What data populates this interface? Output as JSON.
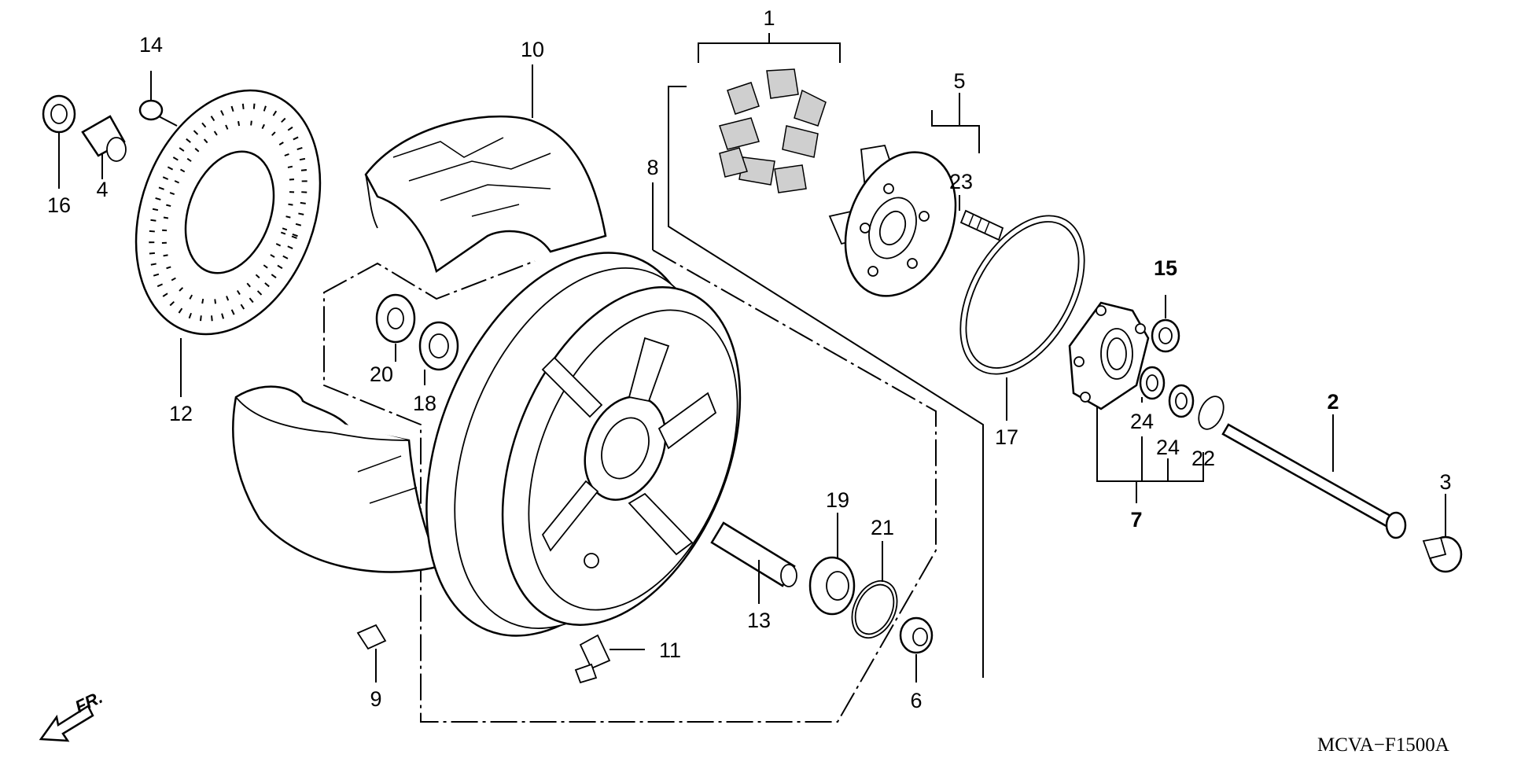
{
  "diagram_code": "MCVA−F1500A",
  "front_indicator": "FR.",
  "callouts": [
    {
      "id": "c1",
      "text": "1",
      "bold": false
    },
    {
      "id": "c2",
      "text": "2",
      "bold": true
    },
    {
      "id": "c3",
      "text": "3",
      "bold": false
    },
    {
      "id": "c4",
      "text": "4",
      "bold": false
    },
    {
      "id": "c5",
      "text": "5",
      "bold": false
    },
    {
      "id": "c6",
      "text": "6",
      "bold": false
    },
    {
      "id": "c7",
      "text": "7",
      "bold": true
    },
    {
      "id": "c8",
      "text": "8",
      "bold": false
    },
    {
      "id": "c9",
      "text": "9",
      "bold": false
    },
    {
      "id": "c10",
      "text": "10",
      "bold": false
    },
    {
      "id": "c11",
      "text": "11",
      "bold": false
    },
    {
      "id": "c12",
      "text": "12",
      "bold": false
    },
    {
      "id": "c13",
      "text": "13",
      "bold": false
    },
    {
      "id": "c14",
      "text": "14",
      "bold": false
    },
    {
      "id": "c15",
      "text": "15",
      "bold": true
    },
    {
      "id": "c16",
      "text": "16",
      "bold": false
    },
    {
      "id": "c17",
      "text": "17",
      "bold": false
    },
    {
      "id": "c18",
      "text": "18",
      "bold": false
    },
    {
      "id": "c19",
      "text": "19",
      "bold": false
    },
    {
      "id": "c20",
      "text": "20",
      "bold": false
    },
    {
      "id": "c21",
      "text": "21",
      "bold": false
    },
    {
      "id": "c22",
      "text": "22",
      "bold": false
    },
    {
      "id": "c23",
      "text": "23",
      "bold": false
    },
    {
      "id": "c24a",
      "text": "24",
      "bold": false
    },
    {
      "id": "c24b",
      "text": "24",
      "bold": false
    }
  ]
}
